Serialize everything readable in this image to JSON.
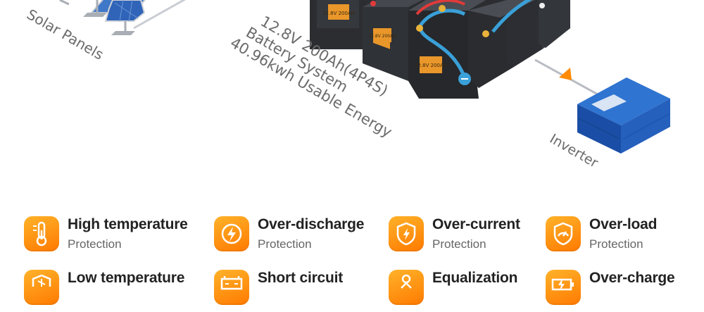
{
  "labels": {
    "solar": "Solar Panels",
    "battery_line1": "12.8V 200Ah(4P4S)",
    "battery_line2": "Battery System",
    "battery_line3": "40.96kwh Usable Energy",
    "inverter": "Inverter",
    "battery_badge": "12.8V 200AH"
  },
  "colors": {
    "accent": "#ff8a00",
    "inverter": "#1e5fb8",
    "cable": "#3aa0d8"
  },
  "features": [
    {
      "title": "High temperature",
      "subtitle": "Protection",
      "icon": "thermometer-icon"
    },
    {
      "title": "Over-discharge",
      "subtitle": "Protection",
      "icon": "power-bolt-icon"
    },
    {
      "title": "Over-current",
      "subtitle": "Protection",
      "icon": "shield-bolt-icon"
    },
    {
      "title": "Over-load",
      "subtitle": "Protection",
      "icon": "gauge-shield-icon"
    },
    {
      "title": "Low temperature",
      "subtitle": "",
      "icon": "snowflake-shield-icon"
    },
    {
      "title": "Short circuit",
      "subtitle": "",
      "icon": "battery-terminals-icon"
    },
    {
      "title": "Equalization",
      "subtitle": "",
      "icon": "balance-person-icon"
    },
    {
      "title": "Over-charge",
      "subtitle": "",
      "icon": "charge-battery-icon"
    }
  ]
}
